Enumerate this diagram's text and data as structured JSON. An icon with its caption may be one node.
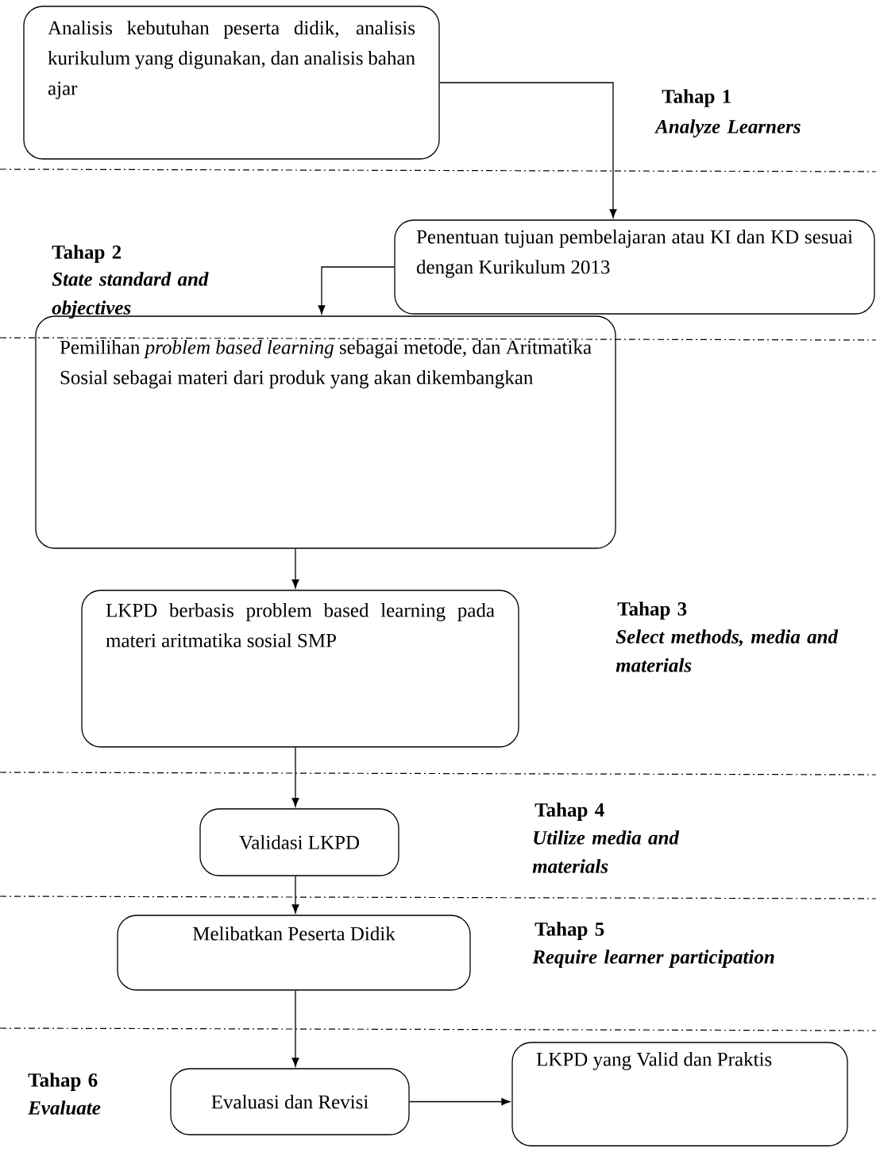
{
  "diagram": {
    "nodes": [
      {
        "text": [
          "Analisis kebutuhan peserta didik, analisis kurikulum yang digunakan, dan analisis bahan ajar"
        ]
      },
      {
        "text": [
          "Penentuan tujuan pembelajaran atau KI dan KD sesuai dengan Kurikulum 2013"
        ]
      },
      {
        "text": [
          "Pemilihan *problem based learning* sebagai metode, dan Aritmatika Sosial sebagai materi dari produk yang akan dikembangkan"
        ]
      },
      {
        "text": [
          "LKPD berbasis problem based learning pada materi aritmatika sosial SMP"
        ]
      },
      {
        "text": [
          "Validasi LKPD"
        ]
      },
      {
        "text": [
          "Melibatkan Peserta Didik"
        ]
      },
      {
        "text": [
          "Evaluasi dan Revisi"
        ]
      },
      {
        "text": [
          "LKPD yang Valid dan Praktis"
        ]
      }
    ],
    "edges": [
      {
        "from": 0,
        "to": 1,
        "arrow": "to"
      },
      {
        "from": 1,
        "to": 2,
        "arrow": "to"
      },
      {
        "from": 2,
        "to": 3,
        "arrow": "to"
      },
      {
        "from": 3,
        "to": 4,
        "arrow": "to"
      },
      {
        "from": 4,
        "to": 5,
        "arrow": "to"
      },
      {
        "from": 5,
        "to": 6,
        "arrow": "to"
      },
      {
        "from": 6,
        "to": 7,
        "arrow": "to"
      }
    ],
    "labels": [
      "Tahap 1",
      "Analyze Learners",
      "Tahap 2",
      "State standard and objectives",
      "Tahap 3",
      "Select methods, media and materials",
      "Tahap 4",
      "Utilize media and materials",
      "Tahap 5",
      "Require learner participation",
      "Tahap 6",
      "Evaluate"
    ]
  }
}
